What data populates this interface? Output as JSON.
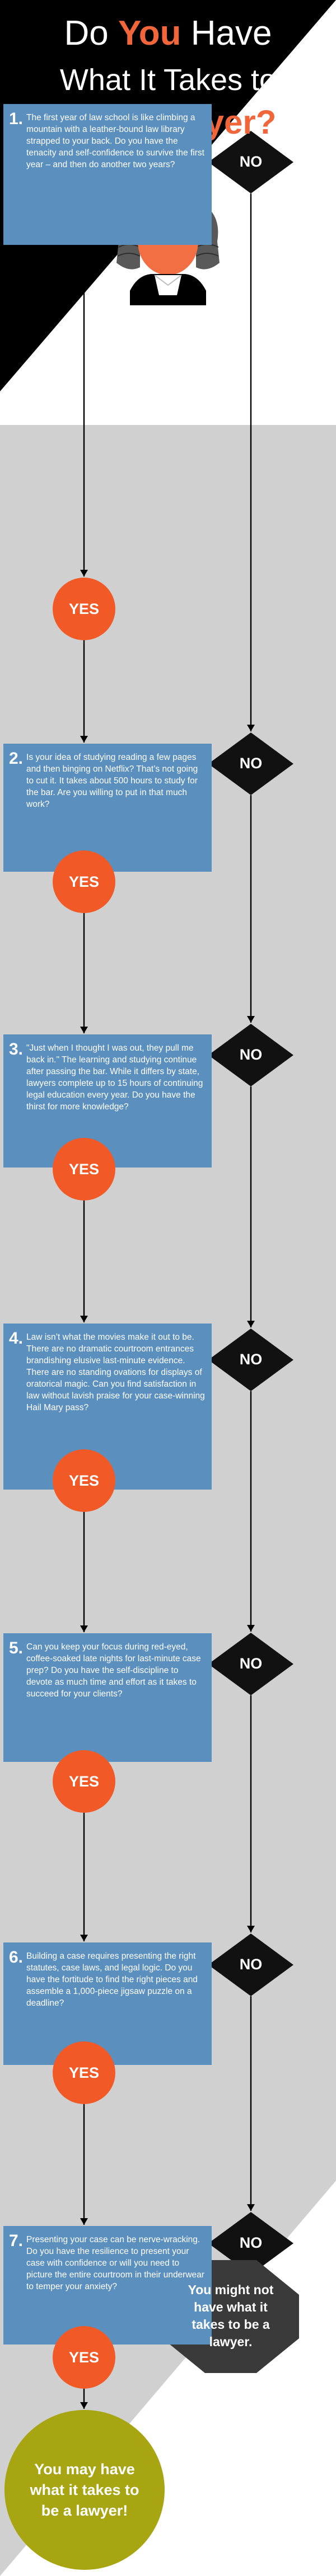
{
  "header": {
    "line1_pre": "Do ",
    "line1_highlight": "You",
    "line1_post": " Have",
    "line2": "What It Takes to",
    "line3": "Be a Lawyer?",
    "question_mark": "?"
  },
  "questions": [
    {
      "number": "1.",
      "text": "The first year of law school is like climbing a mountain with a leather-bound law library strapped to your back. Do you have the tenacity and self-confidence to survive the first year – and then do another two years?"
    },
    {
      "number": "2.",
      "text": "Is your idea of studying reading a few pages and then binging on Netflix? That’s not going to cut it. It takes about 500 hours to study for the bar. Are you willing to put in that much work?"
    },
    {
      "number": "3.",
      "text": "\"Just when I thought I was out, they pull me back in.\" The learning and studying continue after passing the bar. While it differs by state, lawyers complete up to 15 hours of continuing legal education every year. Do you have the thirst for more knowledge?"
    },
    {
      "number": "4.",
      "text": "Law isn’t what the movies make it out to be. There are no dramatic courtroom entrances brandishing elusive last-minute evidence. There are no standing ovations for displays of oratorical magic. Can you find satisfaction in law without lavish praise for your case-winning Hail Mary pass?"
    },
    {
      "number": "5.",
      "text": "Can you keep your focus during red-eyed, coffee-soaked late nights for last-minute case prep? Do you have the self-discipline to devote as much time and effort as it takes to succeed for your clients?"
    },
    {
      "number": "6.",
      "text": "Building a case requires presenting the right statutes, case laws, and legal logic. Do you have the fortitude to find the right pieces and assemble a 1,000-piece jigsaw puzzle on a deadline?"
    },
    {
      "number": "7.",
      "text": "Presenting your case can be nerve-wracking. Do you have the resilience to present your case with confidence or will you need to picture the entire courtroom in their underwear to temper your anxiety?"
    }
  ],
  "labels": {
    "yes": "YES",
    "no": "NO"
  },
  "outcomes": {
    "negative": "You might not have what it takes to be a lawyer.",
    "positive": "You may have what it takes to be a lawyer!"
  },
  "colors": {
    "title_bg": "#000000",
    "accent_orange": "#f15a27",
    "question_blue": "#5b8fbe",
    "no_diamond": "#111111",
    "result_negative_bg": "#3a3a3a",
    "result_positive_bg": "#a7a512",
    "question_mark": "#a7a512"
  },
  "illustration": "judge-with-wig-icon"
}
